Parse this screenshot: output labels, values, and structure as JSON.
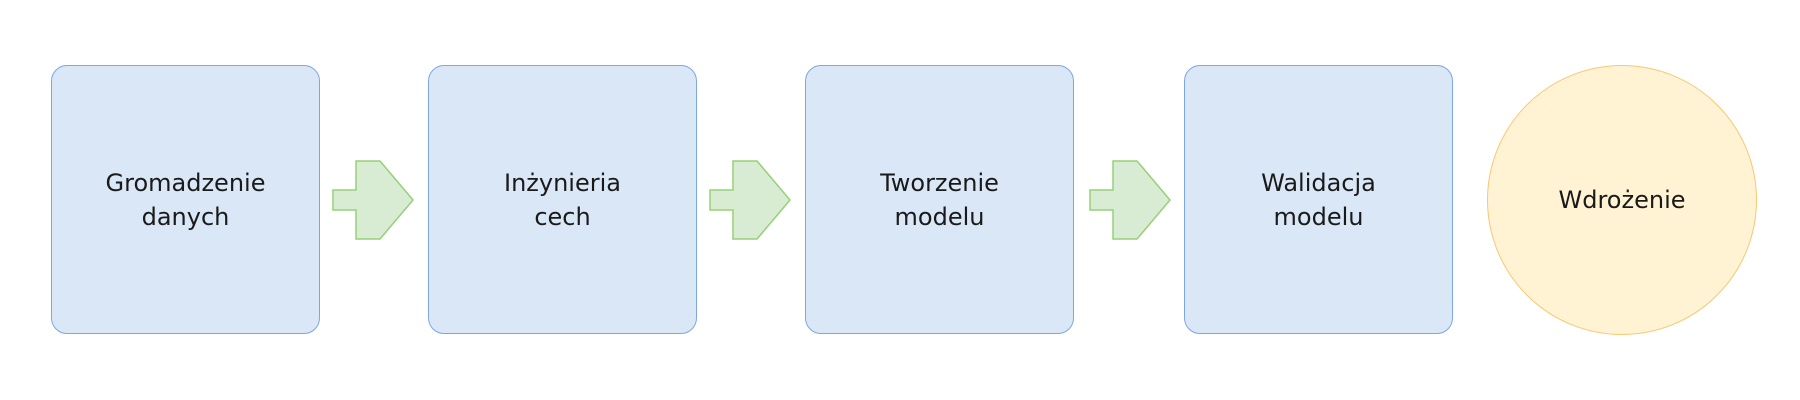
{
  "steps": [
    {
      "line1": "Gromadzenie",
      "line2": "danych"
    },
    {
      "line1": "Inżynieria",
      "line2": "cech"
    },
    {
      "line1": "Tworzenie",
      "line2": "modelu"
    },
    {
      "line1": "Walidacja",
      "line2": "modelu"
    }
  ],
  "final_step": {
    "label": "Wdrożenie"
  },
  "colors": {
    "box_fill": "#dae7f6",
    "box_border": "#7ea6e0",
    "arrow_fill": "#d8ecd3",
    "arrow_border": "#97d077",
    "circle_fill": "#fff3d4",
    "circle_border": "#f7c873"
  }
}
